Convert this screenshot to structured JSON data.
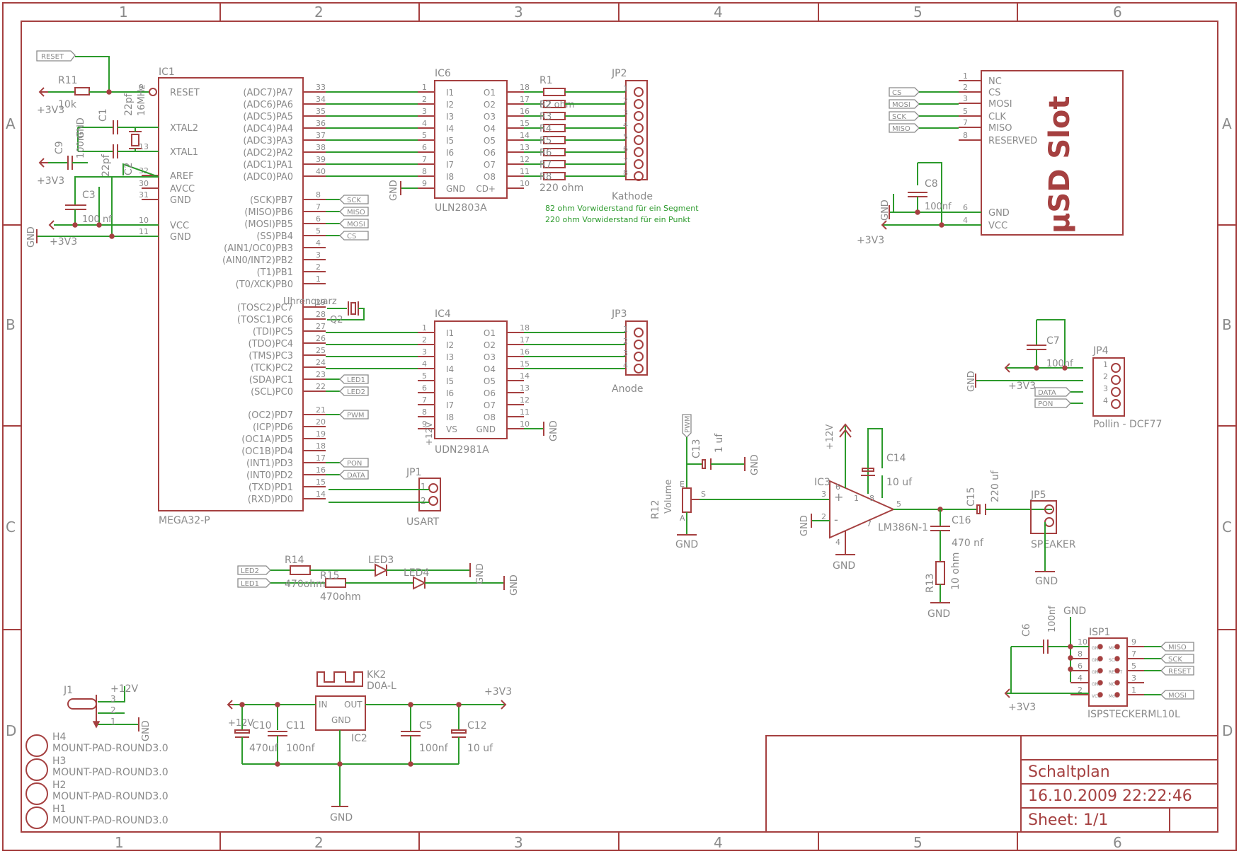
{
  "frame": {
    "cols": [
      "1",
      "2",
      "3",
      "4",
      "5",
      "6"
    ],
    "rows": [
      "A",
      "B",
      "C",
      "D"
    ]
  },
  "ic1": {
    "name": "IC1",
    "type": "MEGA32-P",
    "left_pins": [
      {
        "pin": "9",
        "label": "RESET"
      },
      {
        "pin": "",
        "label": "XTAL2"
      },
      {
        "pin": "13",
        "label": "XTAL1"
      },
      {
        "pin": "32",
        "label": "AREF"
      },
      {
        "pin": "30",
        "label": "AVCC"
      },
      {
        "pin": "31",
        "label": "GND"
      },
      {
        "pin": "10",
        "label": "VCC"
      },
      {
        "pin": "11",
        "label": "GND"
      }
    ],
    "right_pins": [
      {
        "pin": "33",
        "label": "(ADC7)PA7"
      },
      {
        "pin": "34",
        "label": "(ADC6)PA6"
      },
      {
        "pin": "35",
        "label": "(ADC5)PA5"
      },
      {
        "pin": "36",
        "label": "(ADC4)PA4"
      },
      {
        "pin": "37",
        "label": "(ADC3)PA3"
      },
      {
        "pin": "38",
        "label": "(ADC2)PA2"
      },
      {
        "pin": "39",
        "label": "(ADC1)PA1"
      },
      {
        "pin": "40",
        "label": "(ADC0)PA0"
      },
      {
        "pin": "8",
        "label": "(SCK)PB7"
      },
      {
        "pin": "7",
        "label": "(MISO)PB6"
      },
      {
        "pin": "6",
        "label": "(MOSI)PB5"
      },
      {
        "pin": "5",
        "label": "(SS)PB4"
      },
      {
        "pin": "4",
        "label": "(AIN1/OC0)PB3"
      },
      {
        "pin": "3",
        "label": "(AIN0/INT2)PB2"
      },
      {
        "pin": "2",
        "label": "(T1)PB1"
      },
      {
        "pin": "1",
        "label": "(T0/XCK)PB0"
      },
      {
        "pin": "29",
        "label": "(TOSC2)PC7"
      },
      {
        "pin": "28",
        "label": "(TOSC1)PC6"
      },
      {
        "pin": "27",
        "label": "(TDI)PC5"
      },
      {
        "pin": "26",
        "label": "(TDO)PC4"
      },
      {
        "pin": "25",
        "label": "(TMS)PC3"
      },
      {
        "pin": "24",
        "label": "(TCK)PC2"
      },
      {
        "pin": "23",
        "label": "(SDA)PC1"
      },
      {
        "pin": "22",
        "label": "(SCL)PC0"
      },
      {
        "pin": "21",
        "label": "(OC2)PD7"
      },
      {
        "pin": "20",
        "label": "(ICP)PD6"
      },
      {
        "pin": "19",
        "label": "(OC1A)PD5"
      },
      {
        "pin": "18",
        "label": "(OC1B)PD4"
      },
      {
        "pin": "17",
        "label": "(INT1)PD3"
      },
      {
        "pin": "16",
        "label": "(INT0)PD2"
      },
      {
        "pin": "15",
        "label": "(TXD)PD1"
      },
      {
        "pin": "14",
        "label": "(RXD)PD0"
      }
    ]
  },
  "ic6": {
    "name": "IC6",
    "type": "ULN2803A",
    "inputs": [
      "I1",
      "I2",
      "I3",
      "I4",
      "I5",
      "I6",
      "I7",
      "I8",
      "GND"
    ],
    "in_pins": [
      "1",
      "2",
      "3",
      "4",
      "5",
      "6",
      "7",
      "8",
      "9"
    ],
    "outputs": [
      "O1",
      "O2",
      "O3",
      "O4",
      "O5",
      "O6",
      "O7",
      "O8",
      "CD+"
    ],
    "out_pins": [
      "18",
      "17",
      "16",
      "15",
      "14",
      "13",
      "12",
      "11",
      "10"
    ]
  },
  "ic4": {
    "name": "IC4",
    "type": "UDN2981A",
    "inputs": [
      "I1",
      "I2",
      "I3",
      "I4",
      "I5",
      "I6",
      "I7",
      "I8",
      "VS"
    ],
    "in_pins": [
      "1",
      "2",
      "3",
      "4",
      "5",
      "6",
      "7",
      "8",
      "9"
    ],
    "outputs": [
      "O1",
      "O2",
      "O3",
      "O4",
      "O5",
      "O6",
      "O7",
      "O8",
      "GND"
    ],
    "out_pins": [
      "18",
      "17",
      "16",
      "15",
      "14",
      "13",
      "12",
      "11",
      "10"
    ]
  },
  "resistors_r": [
    "R2",
    "R3",
    "R4",
    "R5",
    "R6",
    "R7",
    "R8"
  ],
  "r1": {
    "name": "R1",
    "value1": "82 ohm",
    "value2": "220 ohm"
  },
  "jp2": {
    "name": "JP2",
    "label": "Kathode",
    "pins": [
      "1",
      "2",
      "3",
      "4",
      "5",
      "6",
      "7",
      "8"
    ]
  },
  "jp3": {
    "name": "JP3",
    "label": "Anode",
    "pins": [
      "1",
      "2",
      "3",
      "4"
    ]
  },
  "jp1": {
    "name": "JP1",
    "label": "USART",
    "pins": [
      "1",
      "2"
    ]
  },
  "note1": "82 ohm Vorwiderstand für ein Segment",
  "note2": "220 ohm Vorwiderstand für ein Punkt",
  "sd": {
    "title": "µSD Slot",
    "pins": [
      {
        "pin": "1",
        "label": "NC"
      },
      {
        "pin": "2",
        "label": "CS"
      },
      {
        "pin": "3",
        "label": "MOSI"
      },
      {
        "pin": "5",
        "label": "CLK"
      },
      {
        "pin": "7",
        "label": "MISO"
      },
      {
        "pin": "8",
        "label": "RESERVED"
      },
      {
        "pin": "6",
        "label": "GND"
      },
      {
        "pin": "4",
        "label": "VCC"
      }
    ],
    "tags": [
      "CS",
      "MOSI",
      "SCK",
      "MISO"
    ]
  },
  "c8": {
    "name": "C8",
    "value": "100nf"
  },
  "jp4": {
    "name": "JP4",
    "label": "Pollin - DCF77",
    "pins": [
      "1",
      "2",
      "3",
      "4"
    ],
    "tags": [
      "DATA",
      "PON"
    ]
  },
  "c7": {
    "name": "C7",
    "value": "100nf"
  },
  "audio": {
    "r12": "R12",
    "r12_value": "Volume",
    "pot_e": "E",
    "pot_a": "A",
    "pot_s": "S",
    "c13": "C13",
    "c13_value": "1 uf",
    "ic3": "IC3",
    "ic3_type": "LM386N-1",
    "c14": "C14",
    "c14_value": "10 uf",
    "c15": "C15",
    "c15_value": "220 uf",
    "c16": "C16",
    "c16_value": "470 nf",
    "r13": "R13",
    "r13_value": "10 ohm",
    "jp5": "JP5",
    "jp5_label": "SPEAKER",
    "pin3": "3",
    "pin2": "2",
    "pin6": "6",
    "pin4": "4",
    "pin1": "1",
    "pin8": "8",
    "pin5": "5",
    "pin7": "7",
    "pwm": "PWM"
  },
  "leds": {
    "r14": "R14",
    "r14_value": "470ohm",
    "r15": "R15",
    "r15_value": "470ohm",
    "led3": "LED3",
    "led4": "LED4",
    "tag1": "LED2",
    "tag2": "LED1"
  },
  "isp": {
    "name": "ISP1",
    "type": "ISPSTECKERML10L",
    "left_pins": [
      "10",
      "8",
      "6",
      "4",
      "2"
    ],
    "right_pins": [
      "9",
      "7",
      "5",
      "3",
      "1"
    ],
    "inner_left": [
      "GND",
      "GND",
      "GND",
      "GND",
      "VCC"
    ],
    "inner_right": [
      "MISO",
      "SCK",
      "RESET",
      "NC",
      "Mosi"
    ],
    "tags": [
      "MISO",
      "SCK",
      "RESET",
      "MOSI"
    ],
    "c6": "C6",
    "c6_value": "100nf"
  },
  "power": {
    "j1": "J1",
    "j1_pins": [
      "3",
      "2",
      "1"
    ],
    "kk2": "KK2",
    "kk2_type": "D0A-L",
    "ic2": "IC2",
    "in": "IN",
    "out": "OUT",
    "gnd": "GND",
    "c10": "C10",
    "c10_value": "470uf",
    "c11": "C11",
    "c11_value": "100nf",
    "c5": "C5",
    "c5_value": "100nf",
    "c12": "C12",
    "c12_value": "10 uf"
  },
  "misc": {
    "r11": "R11",
    "r11_value": "10k",
    "c1": "C1",
    "c1_value": "22pf",
    "c2": "C2",
    "c2_value": "22pf",
    "q1": "16MHz",
    "c9": "C9",
    "c9_value": "100nf",
    "c3": "C3",
    "c3_value": "100 nf",
    "uhrenquarz": "Uhrenquarz",
    "q2": "Q2",
    "reset_tag": "RESET",
    "ad_lbl": "GND"
  },
  "nets": {
    "v33": "+3V3",
    "v12": "+12V",
    "gnd": "GND"
  },
  "tags": {
    "sck": "SCK",
    "miso": "MISO",
    "mosi": "MOSI",
    "cs": "CS",
    "led1": "LED1",
    "led2": "LED2",
    "pwm": "PWM",
    "pon": "PON",
    "data": "DATA"
  },
  "mounts": [
    {
      "name": "H4",
      "label": "MOUNT-PAD-ROUND3.0"
    },
    {
      "name": "H3",
      "label": "MOUNT-PAD-ROUND3.0"
    },
    {
      "name": "H2",
      "label": "MOUNT-PAD-ROUND3.0"
    },
    {
      "name": "H1",
      "label": "MOUNT-PAD-ROUND3.0"
    }
  ],
  "titleblock": {
    "title": "Schaltplan",
    "date": "16.10.2009 22:22:46",
    "sheet": "Sheet: 1/1"
  }
}
